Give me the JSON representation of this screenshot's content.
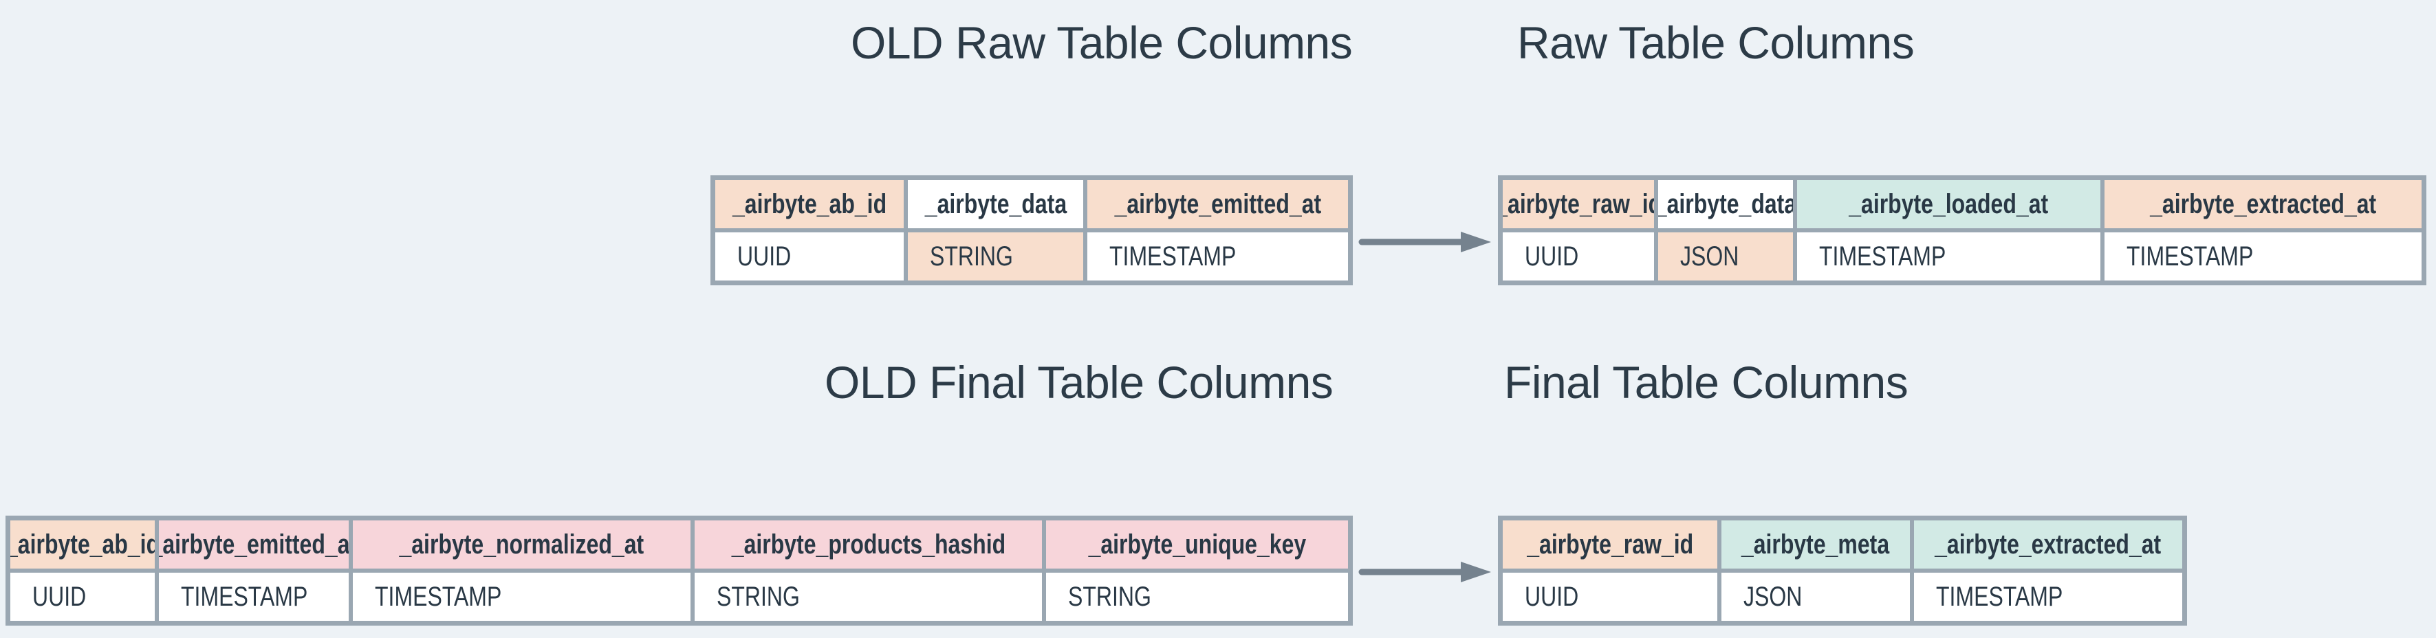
{
  "colors": {
    "peach": "#f8decd",
    "pink": "#f7d5da",
    "teal": "#d2eae5",
    "white": "#ffffff",
    "background": "#edf2f6",
    "border": "#9aa7b2",
    "text": "#2c3b47",
    "arrow": "#75828e"
  },
  "sections": [
    {
      "name": "raw",
      "old": {
        "title": "OLD Raw Table Columns",
        "columns": [
          {
            "name": "_airbyte_ab_id",
            "type": "UUID",
            "name_bg": "peach",
            "type_bg": "white"
          },
          {
            "name": "_airbyte_data",
            "type": "STRING",
            "name_bg": "white",
            "type_bg": "peach"
          },
          {
            "name": "_airbyte_emitted_at",
            "type": "TIMESTAMP",
            "name_bg": "peach",
            "type_bg": "white"
          }
        ]
      },
      "new": {
        "title": "Raw Table Columns",
        "columns": [
          {
            "name": "_airbyte_raw_id",
            "type": "UUID",
            "name_bg": "peach",
            "type_bg": "white"
          },
          {
            "name": "_airbyte_data",
            "type": "JSON",
            "name_bg": "white",
            "type_bg": "peach"
          },
          {
            "name": "_airbyte_loaded_at",
            "type": "TIMESTAMP",
            "name_bg": "teal",
            "type_bg": "white"
          },
          {
            "name": "_airbyte_extracted_at",
            "type": "TIMESTAMP",
            "name_bg": "peach",
            "type_bg": "white"
          }
        ]
      }
    },
    {
      "name": "final",
      "old": {
        "title": "OLD Final Table Columns",
        "columns": [
          {
            "name": "_airbyte_ab_id",
            "type": "UUID",
            "name_bg": "peach",
            "type_bg": "white"
          },
          {
            "name": "_airbyte_emitted_at",
            "type": "TIMESTAMP",
            "name_bg": "pink",
            "type_bg": "white"
          },
          {
            "name": "_airbyte_normalized_at",
            "type": "TIMESTAMP",
            "name_bg": "pink",
            "type_bg": "white"
          },
          {
            "name": "_airbyte_products_hashid",
            "type": "STRING",
            "name_bg": "pink",
            "type_bg": "white"
          },
          {
            "name": "_airbyte_unique_key",
            "type": "STRING",
            "name_bg": "pink",
            "type_bg": "white"
          }
        ]
      },
      "new": {
        "title": "Final Table Columns",
        "columns": [
          {
            "name": "_airbyte_raw_id",
            "type": "UUID",
            "name_bg": "peach",
            "type_bg": "white"
          },
          {
            "name": "_airbyte_meta",
            "type": "JSON",
            "name_bg": "teal",
            "type_bg": "white"
          },
          {
            "name": "_airbyte_extracted_at",
            "type": "TIMESTAMP",
            "name_bg": "teal",
            "type_bg": "white"
          }
        ]
      }
    }
  ]
}
